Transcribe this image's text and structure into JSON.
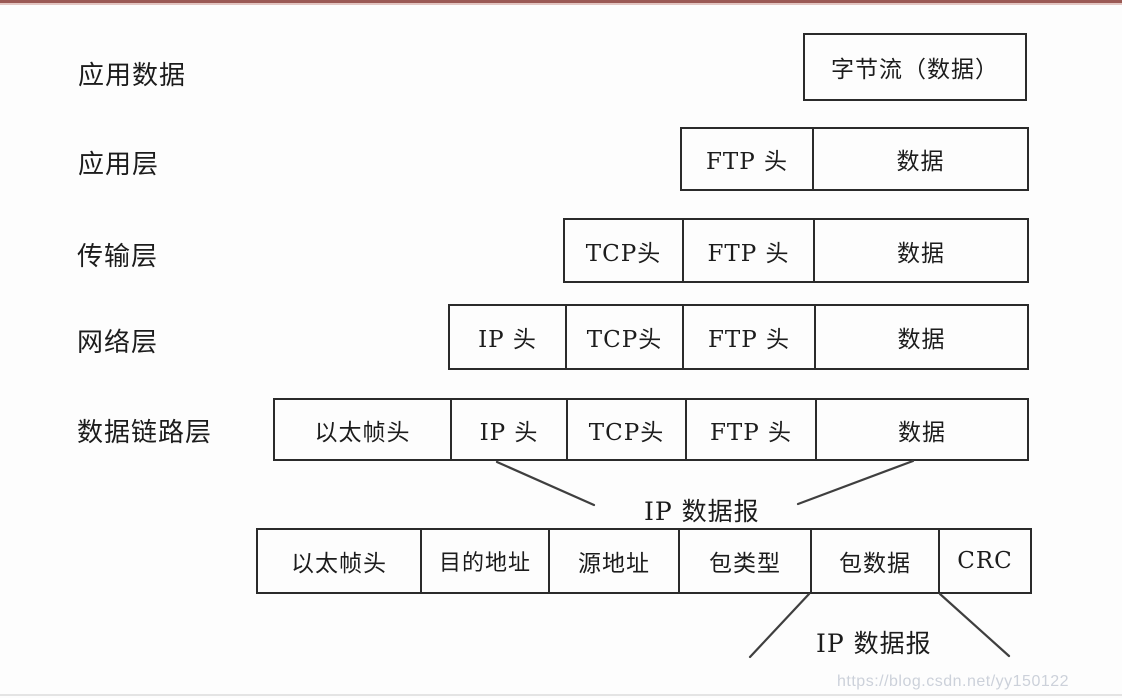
{
  "page": {
    "watermark": "https://blog.csdn.net/yy150122",
    "colors": {
      "top_bar_dark": "#9b5a55",
      "top_bar_light": "#e3c6c2",
      "bottom_bar": "#e4e4e4",
      "box_border": "#2b2b2b",
      "text": "#1c1c1c",
      "watermark_text": "#ccd1da"
    }
  },
  "diagram": {
    "rows": [
      {
        "label": "应用数据",
        "cells": [
          {
            "text": "字节流（数据）"
          }
        ]
      },
      {
        "label": "应用层",
        "cells": [
          {
            "text": "FTP 头"
          },
          {
            "text": "数据"
          }
        ]
      },
      {
        "label": "传输层",
        "cells": [
          {
            "text": "TCP头"
          },
          {
            "text": "FTP 头"
          },
          {
            "text": "数据"
          }
        ]
      },
      {
        "label": "网络层",
        "cells": [
          {
            "text": "IP 头"
          },
          {
            "text": "TCP头"
          },
          {
            "text": "FTP 头"
          },
          {
            "text": "数据"
          }
        ]
      },
      {
        "label": "数据链路层",
        "cells": [
          {
            "text": "以太帧头"
          },
          {
            "text": "IP 头"
          },
          {
            "text": "TCP头"
          },
          {
            "text": "FTP 头"
          },
          {
            "text": "数据"
          }
        ]
      }
    ],
    "mid_bracket_label": "IP 数据报",
    "ethernet_frame_row": {
      "cells": [
        {
          "text": "以太帧头"
        },
        {
          "text": "目的地址"
        },
        {
          "text": "源地址"
        },
        {
          "text": "包类型"
        },
        {
          "text": "包数据"
        },
        {
          "text": "CRC"
        }
      ]
    },
    "bottom_bracket_label": "IP 数据报"
  }
}
